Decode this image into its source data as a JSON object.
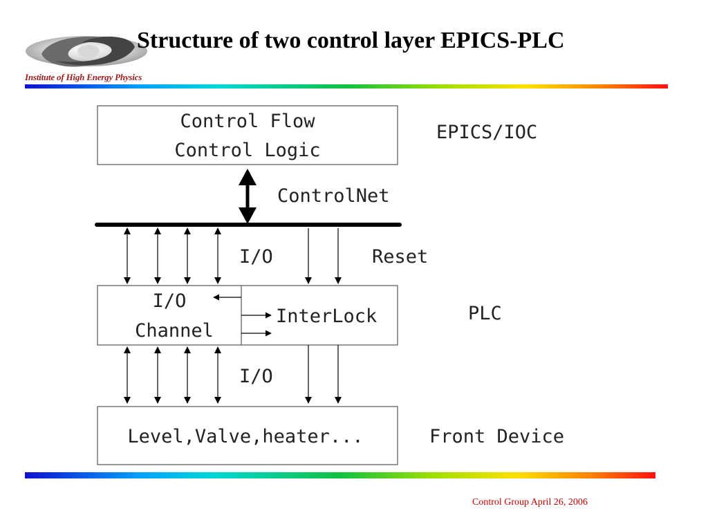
{
  "header": {
    "title": "Structure of two control layer EPICS-PLC",
    "logo_text": "Institute of High Energy Physics"
  },
  "diagram": {
    "ioc_box": {
      "line1": "Control Flow",
      "line2": "Control Logic"
    },
    "ioc_label": "EPICS/IOC",
    "network_label": "ControlNet",
    "io_upper_label": "I/O",
    "reset_label": "Reset",
    "plc_io_box": {
      "line1": "I/O",
      "line2": "Channel"
    },
    "interlock_label": "InterLock",
    "plc_label": "PLC",
    "io_lower_label": "I/O",
    "device_box": "Level,Valve,heater...",
    "device_label": "Front Device"
  },
  "footer": {
    "text": "Control Group April 26, 2006"
  }
}
